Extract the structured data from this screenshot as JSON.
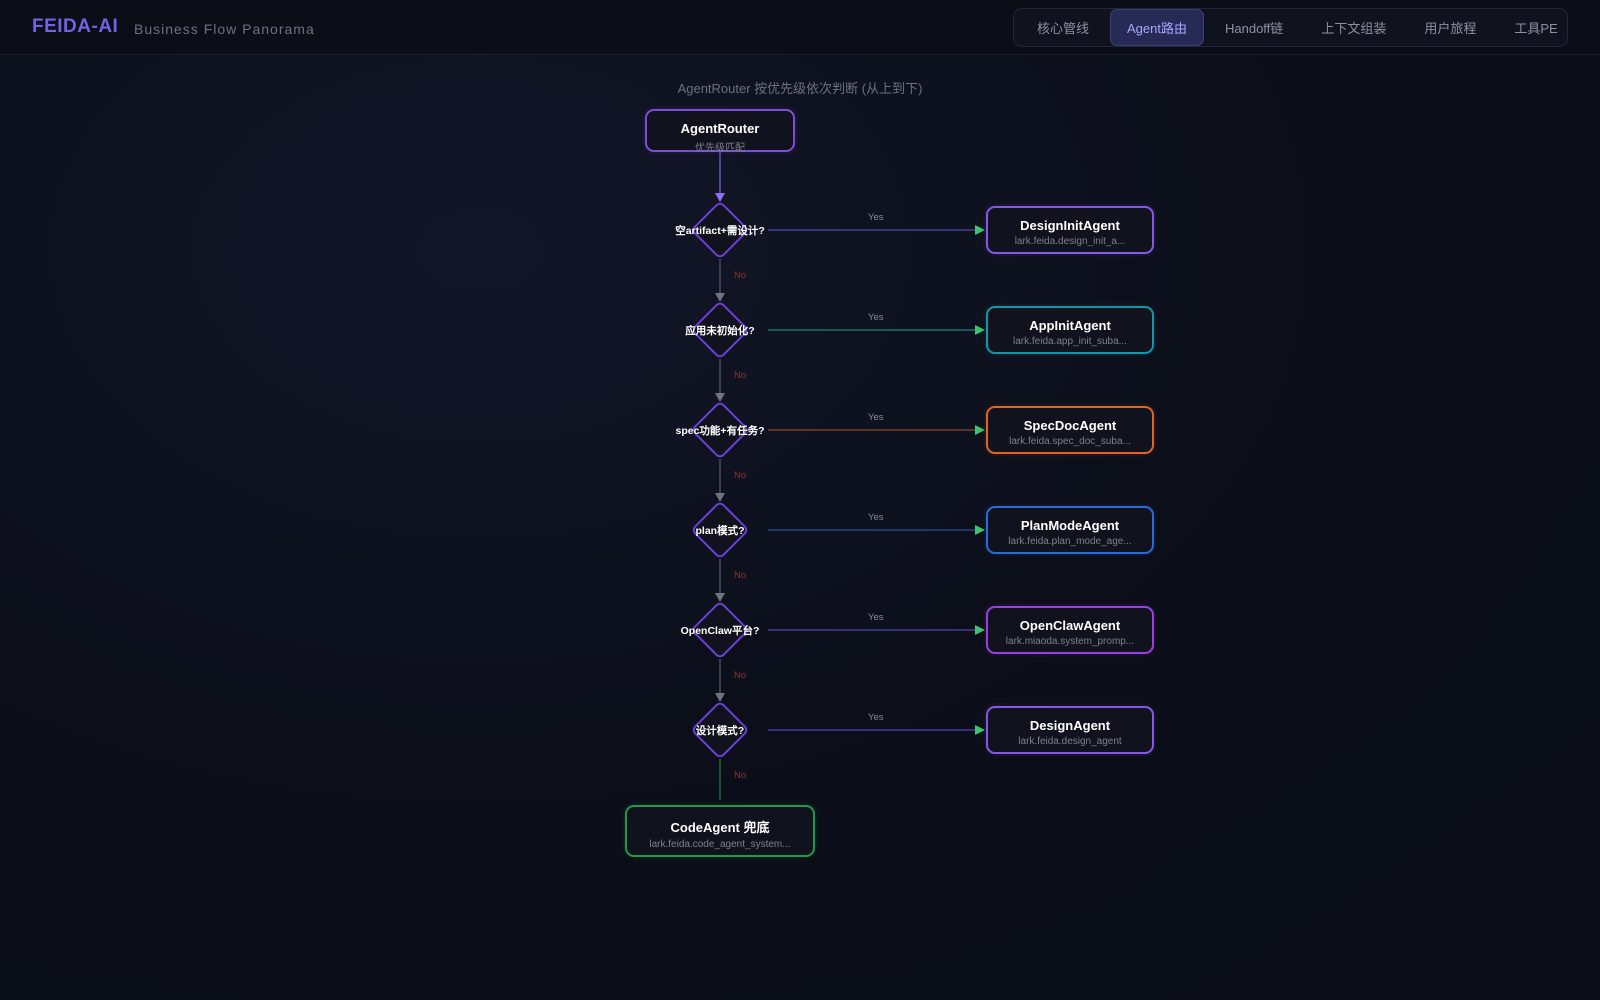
{
  "header": {
    "brand": "FEIDA-AI",
    "subtitle": "Business Flow Panorama",
    "tabs": [
      {
        "label": "核心管线"
      },
      {
        "label": "Agent路由",
        "active": true
      },
      {
        "label": "Handoff链"
      },
      {
        "label": "上下文组装"
      },
      {
        "label": "用户旅程"
      },
      {
        "label": "工具PE"
      }
    ]
  },
  "diagram": {
    "caption": "AgentRouter 按优先级依次判断 (从上到下)",
    "router": {
      "title": "AgentRouter",
      "sub": "优先级匹配",
      "color": "#7c4ddb"
    },
    "yes_label": "Yes",
    "no_label": "No",
    "yes_arrow_color": "#3ec46d",
    "no_color": "#8a3434",
    "decisions": [
      {
        "q": "空artifact+需设计?",
        "agent": "DesignInitAgent",
        "id": "lark.feida.design_init_a...",
        "color": "#8559e6",
        "line": "#4b3a9c"
      },
      {
        "q": "应用未初始化?",
        "agent": "AppInitAgent",
        "id": "lark.feida.app_init_suba...",
        "color": "#1596a8",
        "line": "#1d6e6a"
      },
      {
        "q": "spec功能+有任务?",
        "agent": "SpecDocAgent",
        "id": "lark.feida.spec_doc_suba...",
        "color": "#e0661f",
        "line": "#7a4120"
      },
      {
        "q": "plan模式?",
        "agent": "PlanModeAgent",
        "id": "lark.feida.plan_mode_age...",
        "color": "#2c6ad8",
        "line": "#24447f"
      },
      {
        "q": "OpenClaw平台?",
        "agent": "OpenClawAgent",
        "id": "lark.miaoda.system_promp...",
        "color": "#9b3fe0",
        "line": "#4b3a9c"
      },
      {
        "q": "设计模式?",
        "agent": "DesignAgent",
        "id": "lark.feida.design_agent",
        "color": "#8559e6",
        "line": "#4b3a9c"
      }
    ],
    "fallback": {
      "title": "CodeAgent 兜底",
      "sub": "lark.feida.code_agent_system...",
      "color": "#1f9a4a"
    }
  }
}
